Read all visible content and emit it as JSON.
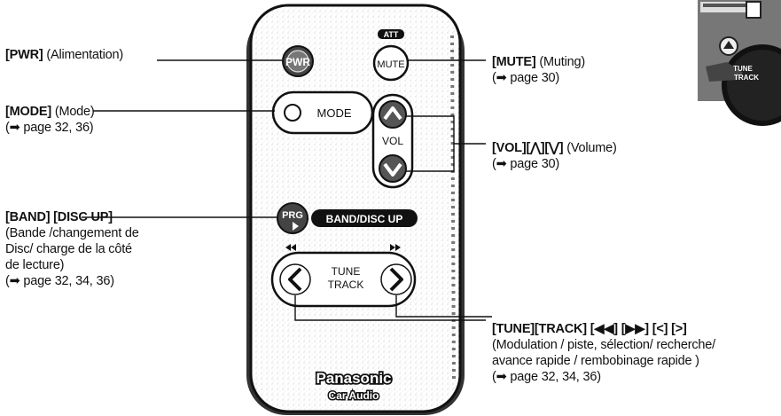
{
  "labels": {
    "pwr": {
      "key": "[PWR]",
      "desc": "(Alimentation)"
    },
    "mode": {
      "key": "[MODE]",
      "desc": "(Mode)",
      "ref": "(➡ page 32, 36)"
    },
    "band": {
      "key": "[BAND] [DISC UP]",
      "lines": [
        "(Bande /changement de",
        "Disc/ charge de la côté",
        "de lecture)"
      ],
      "ref": "(➡ page 32, 34, 36)"
    },
    "mute": {
      "key": "[MUTE]",
      "desc": "(Muting)",
      "ref": "(➡ page 30)"
    },
    "vol": {
      "key": "[VOL][⋀][⋁]",
      "desc": "(Volume)",
      "ref": "(➡ page 30)"
    },
    "tune": {
      "key": "[TUNE][TRACK] [◀◀] [▶▶] [<] [>]",
      "lines": [
        "(Modulation / piste, sélection/ recherche/",
        "avance rapide / rembobinage rapide )"
      ],
      "ref": "(➡ page 32, 34, 36)"
    }
  },
  "remote": {
    "pwr": "PWR",
    "att": "ATT",
    "mute": "MUTE",
    "mode": "MODE",
    "vol": "VOL",
    "prg": "PRG",
    "band_disc_up": "BAND/DISC UP",
    "tune": "TUNE",
    "track": "TRACK",
    "brand": "Panasonic",
    "brand_sub": "Car Audio"
  },
  "thumbnail": {
    "text1": "TUNE",
    "text2": "TRACK"
  }
}
